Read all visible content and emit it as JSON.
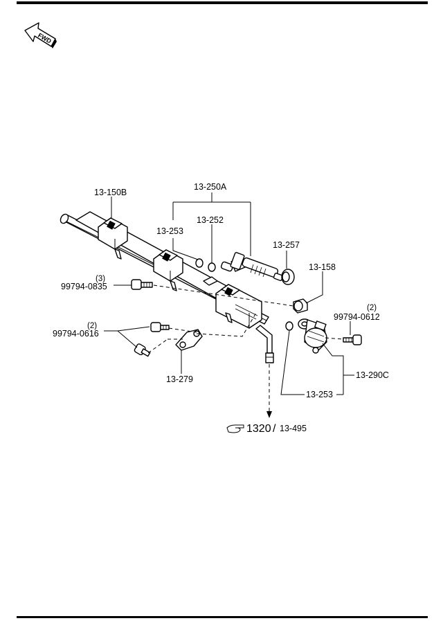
{
  "fwd_badge": {
    "text": "FWD",
    "icon": "forward-arrow-icon"
  },
  "callouts": {
    "fuel_rail": "13-150B",
    "injector_assembly": "13-250A",
    "o_ring_top": "13-253",
    "o_ring_mid": "13-252",
    "insulator": "13-257",
    "cap": "13-158",
    "bolt_top": "99794-0835",
    "bolt_top_qty": "(3)",
    "bolt_right": "99794-0612",
    "bolt_right_qty": "(2)",
    "bolt_left": "99794-0616",
    "bolt_left_qty": "(2)",
    "bracket": "13-279",
    "pressure_regulator": "13-290C",
    "o_ring_bottom": "13-253"
  },
  "reference": {
    "icon": "pointing-hand-icon",
    "main": "1320",
    "separator": "/",
    "sub": "13-495"
  }
}
